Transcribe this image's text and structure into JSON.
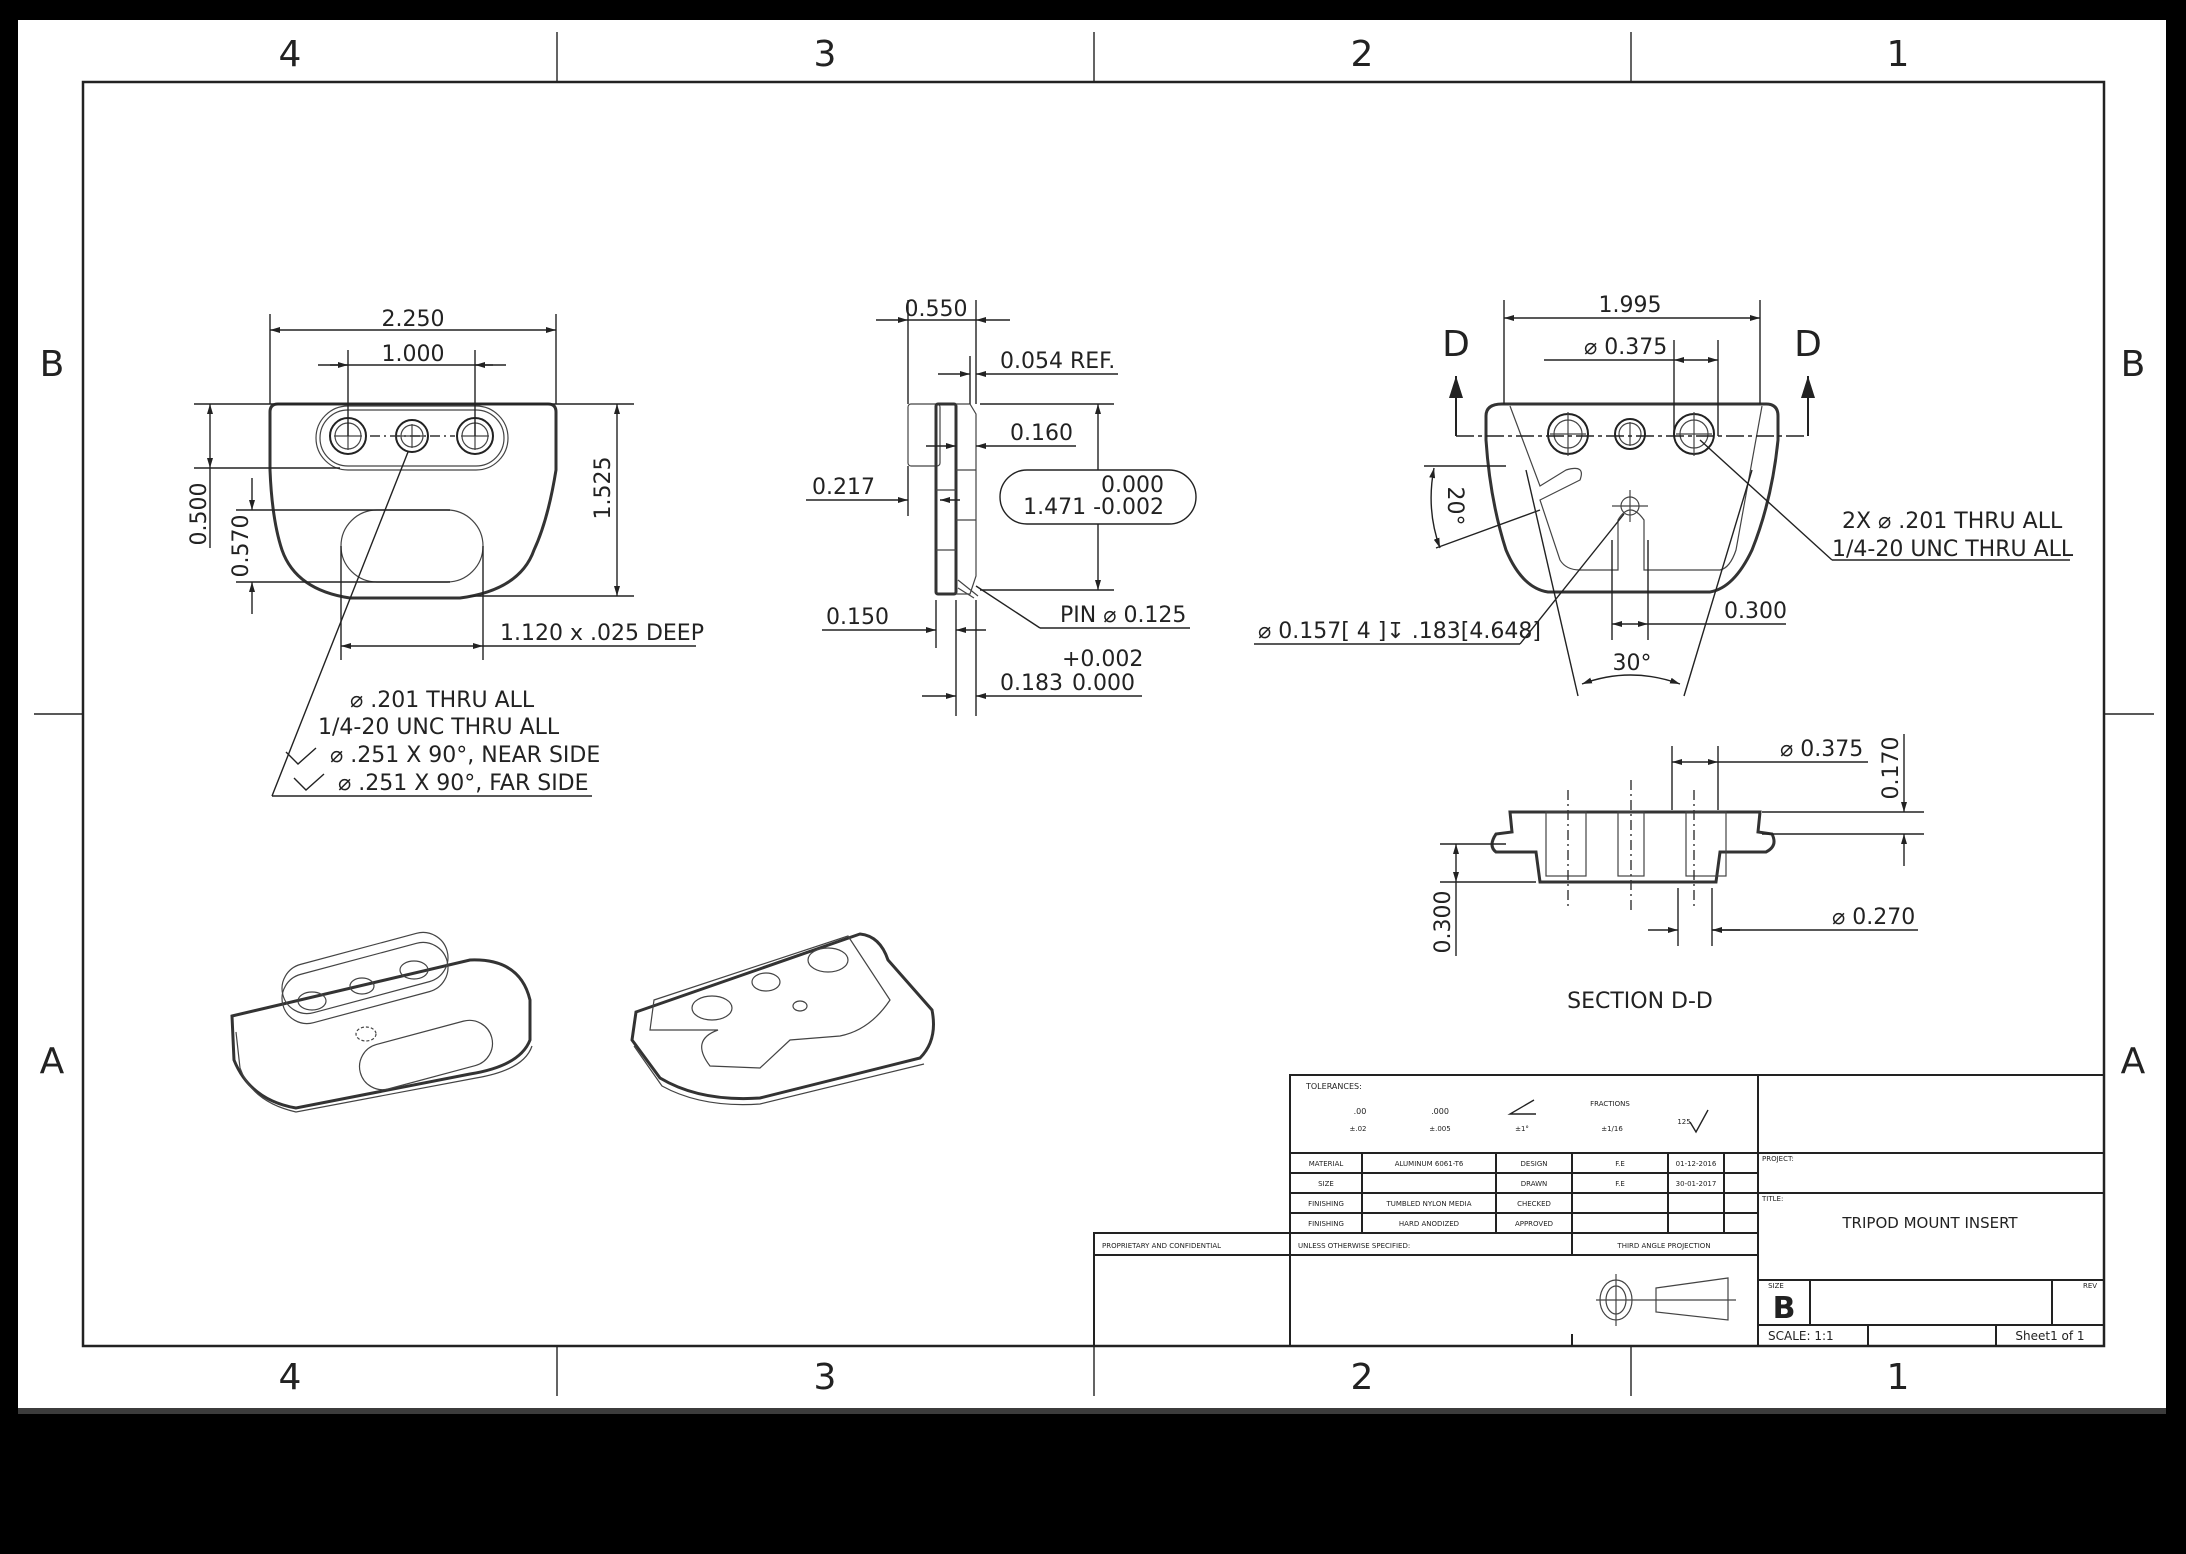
{
  "sheet": {
    "zones_top": [
      "4",
      "3",
      "2",
      "1"
    ],
    "zones_bottom": [
      "4",
      "3",
      "2",
      "1"
    ],
    "zones_left": [
      "B",
      "A"
    ],
    "zones_right": [
      "B",
      "A"
    ]
  },
  "front_view": {
    "dims": {
      "overall_width": "2.250",
      "hole_spacing": "1.000",
      "overall_height": "1.525",
      "top_offset": "0.500",
      "slot_height": "0.570",
      "slot_callout": "1.120 x .025 DEEP"
    },
    "hole_callout": [
      "⌀ .201 THRU ALL",
      "1/4-20 UNC  THRU ALL",
      "⌀ .251 X 90°, NEAR SIDE",
      "⌀ .251 X 90°, FAR SIDE"
    ]
  },
  "side_view": {
    "dims": {
      "width": "0.550",
      "ref": "0.054 REF.",
      "d160": "0.160",
      "d217": "0.217",
      "d150": "0.150",
      "height_upper_tol": "0.000",
      "height_line": "1.471 -0.002",
      "pin": "PIN ⌀ 0.125",
      "d183_upper_tol": "+0.002",
      "d183": "0.183",
      "d183_lower_tol": "0.000"
    }
  },
  "back_view": {
    "section_label_left": "D",
    "section_label_right": "D",
    "dims": {
      "width": "1.995",
      "bore": "⌀ 0.375",
      "angle_20": "20°",
      "angle_30": "30°",
      "slot_width": "0.300",
      "pin_hole": "⌀ 0.157[ 4 ]↧ .183[4.648]"
    },
    "hole_callout": [
      "2X  ⌀ .201 THRU ALL",
      "1/4-20 UNC  THRU ALL"
    ]
  },
  "section_view": {
    "title": "SECTION D-D",
    "dims": {
      "bore": "⌀ 0.375",
      "depth": "0.170",
      "thickness": "0.300",
      "hole": "⌀ 0.270"
    }
  },
  "title_block": {
    "tolerances_label": "TOLERANCES:",
    "tol_2place": ".00",
    "tol_2place_val": "±.02",
    "tol_3place": ".000",
    "tol_3place_val": "±.005",
    "tol_angle_val": "±1°",
    "fractions_label": "FRACTIONS",
    "tol_fraction_val": "±1/16",
    "surface_finish": "125",
    "rows": [
      {
        "label": "MATERIAL",
        "value": "ALUMINUM 6061-T6",
        "role": "DESIGN",
        "name": "F.E",
        "date": "01-12-2016"
      },
      {
        "label": "SIZE",
        "value": "",
        "role": "DRAWN",
        "name": "F.E",
        "date": "30-01-2017"
      },
      {
        "label": "FINISHING",
        "value": "TUMBLED NYLON MEDIA",
        "role": "CHECKED",
        "name": "",
        "date": ""
      },
      {
        "label": "FINISHING",
        "value": "HARD ANODIZED",
        "role": "APPROVED",
        "name": "",
        "date": ""
      }
    ],
    "proprietary": "PROPRIETARY AND CONFIDENTIAL",
    "unless_specified": "UNLESS OTHERWISE SPECIFIED:",
    "projection": "THIRD ANGLE PROJECTION",
    "project_label": "PROJECT:",
    "project_value": "",
    "title_label": "TITLE:",
    "title": "TRIPOD MOUNT INSERT",
    "size_label": "SIZE",
    "size": "B",
    "rev_label": "REV",
    "scale": "SCALE:  1:1",
    "sheet": "Sheet1 of 1"
  }
}
